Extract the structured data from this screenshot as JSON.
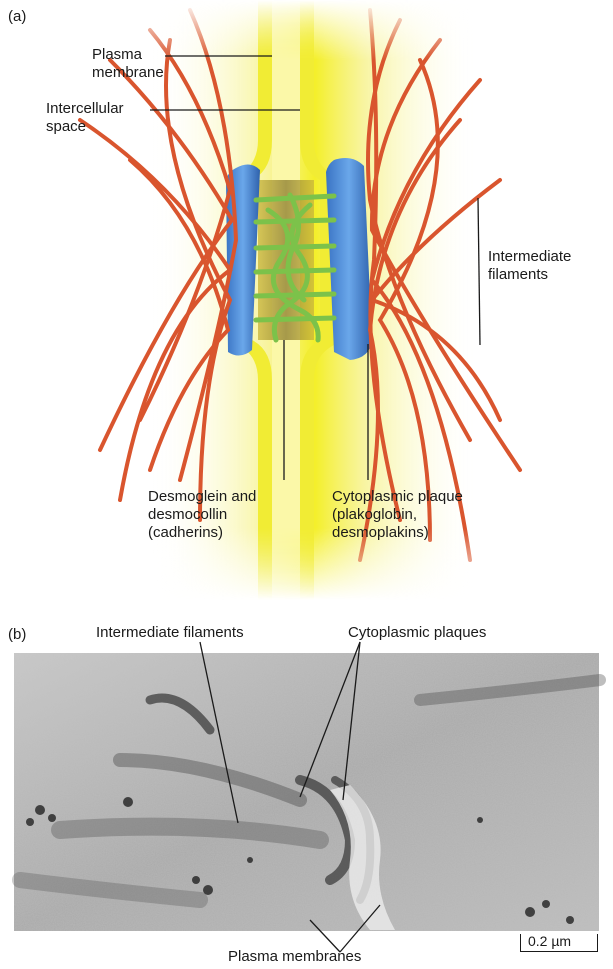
{
  "panel_a": {
    "tag": "(a)",
    "labels": {
      "plasma_membrane": "Plasma\nmembrane",
      "intercellular_space": "Intercellular\nspace",
      "intermediate_filaments": "Intermediate\nfilaments",
      "desmoglein": "Desmoglein and\ndesmocollin\n(cadherins)",
      "cytoplasmic_plaque": "Cytoplasmic plaque\n(plakoglobin,\ndesmoplakins)"
    }
  },
  "panel_b": {
    "tag": "(b)",
    "labels": {
      "intermediate_filaments": "Intermediate filaments",
      "cytoplasmic_plaques": "Cytoplasmic plaques",
      "plasma_membranes": "Plasma membranes"
    },
    "scale_bar": "0.2 µm"
  },
  "colors": {
    "membrane_yellow": "#f4ef2a",
    "plaque_blue": "#4d8fd8",
    "filament_red": "#d9552e",
    "cadherin_green": "#7cc24a"
  }
}
